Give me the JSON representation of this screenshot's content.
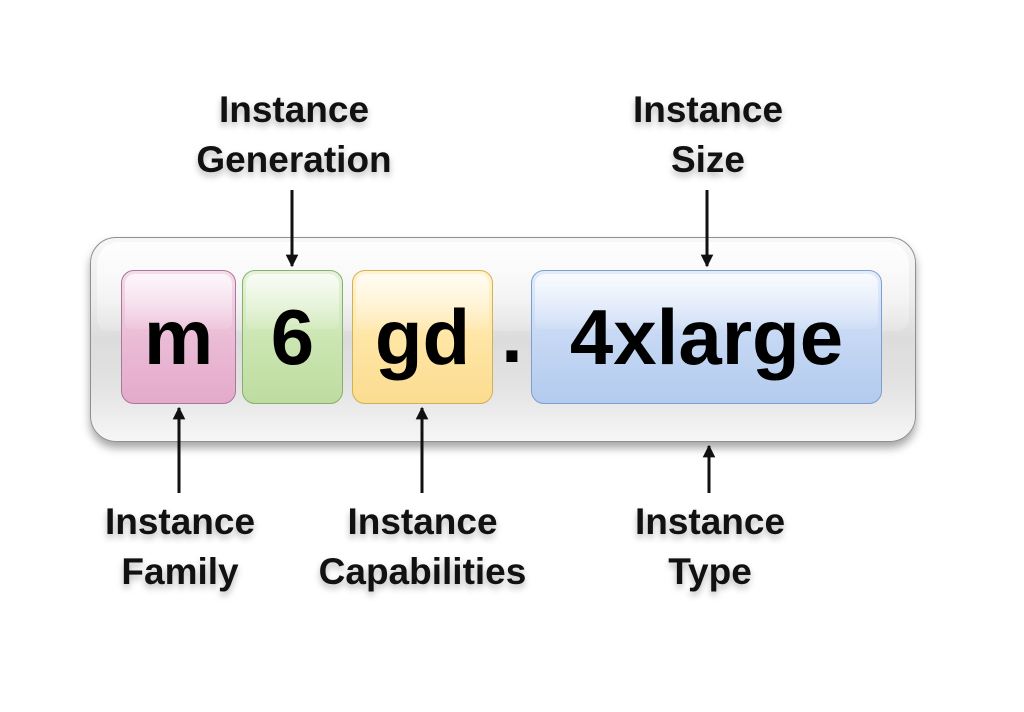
{
  "diagram": {
    "segments": {
      "family": {
        "text": "m",
        "color": "#ebbcd6"
      },
      "generation": {
        "text": "6",
        "color": "#cce6b3"
      },
      "capabilities": {
        "text": "gd",
        "color": "#ffe6a6"
      },
      "separator": ".",
      "size": {
        "text": "4xlarge",
        "color": "#c6d8f4"
      }
    },
    "labels": {
      "generation": [
        "Instance",
        "Generation"
      ],
      "size": [
        "Instance",
        "Size"
      ],
      "family": [
        "Instance",
        "Family"
      ],
      "capabilities": [
        "Instance",
        "Capabilities"
      ],
      "type": [
        "Instance",
        "Type"
      ]
    }
  }
}
